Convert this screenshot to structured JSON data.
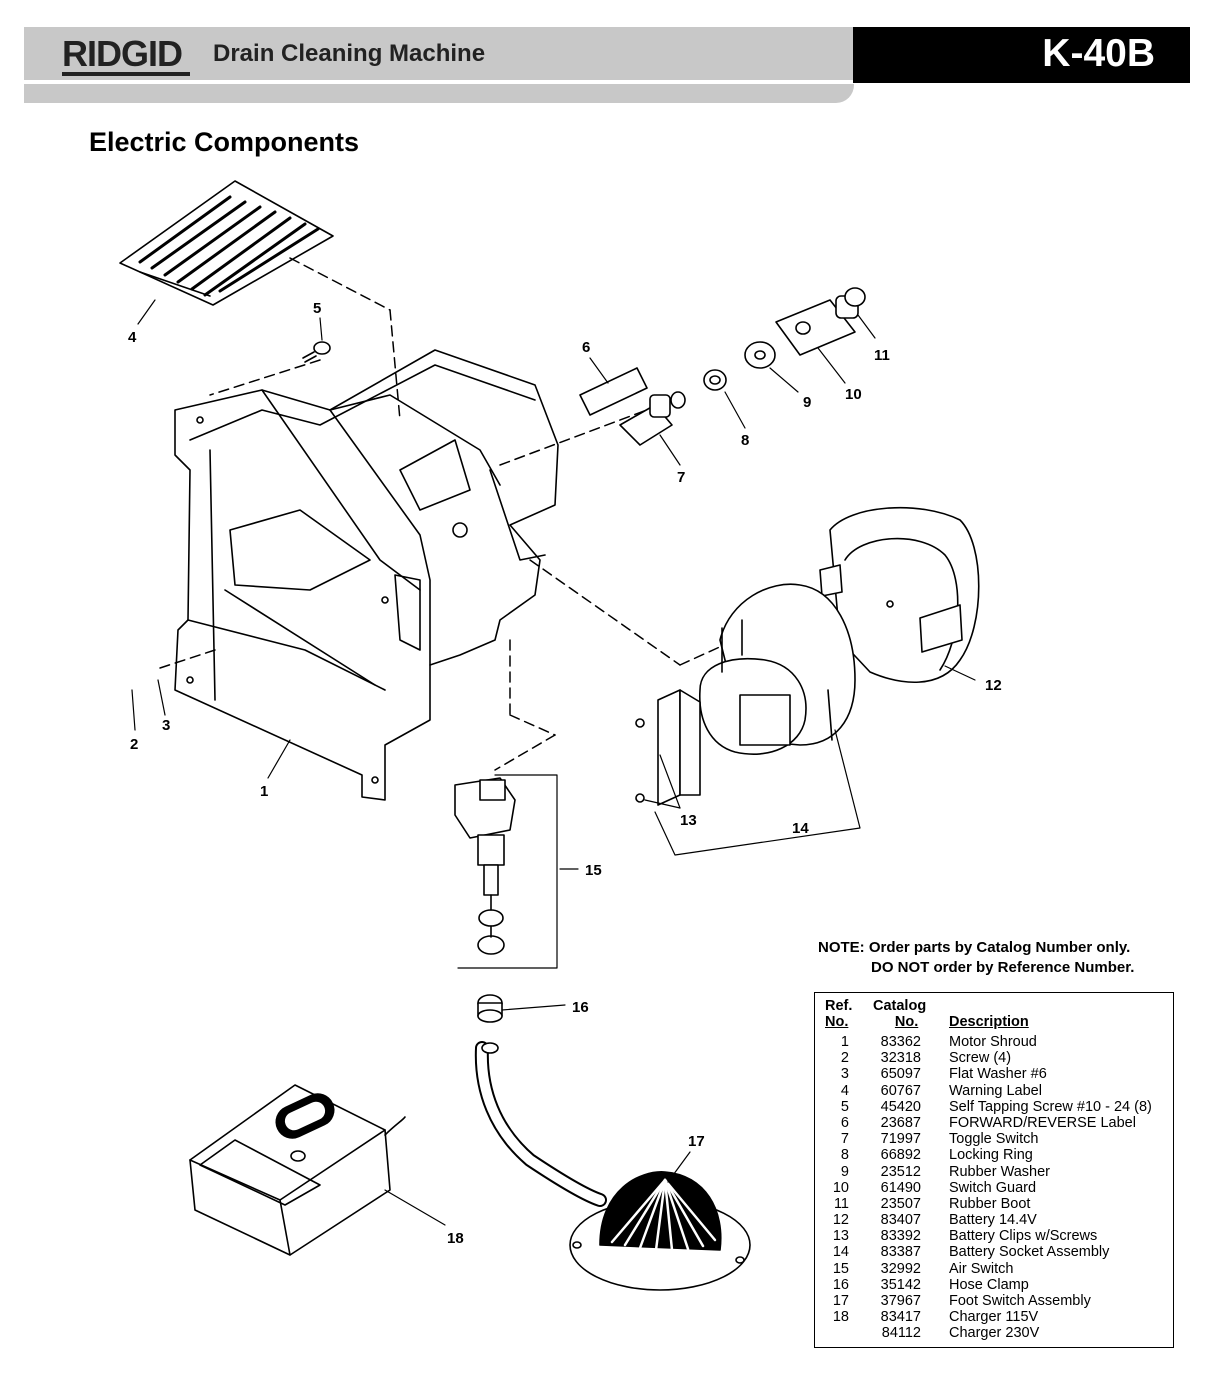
{
  "header": {
    "brand": "RIDGID",
    "machine_title": "Drain Cleaning Machine",
    "model": "K-40B"
  },
  "section_title": "Electric Components",
  "callouts": [
    "1",
    "2",
    "3",
    "4",
    "5",
    "6",
    "7",
    "8",
    "9",
    "10",
    "11",
    "12",
    "13",
    "14",
    "15",
    "16",
    "17",
    "18"
  ],
  "note": {
    "line1": "NOTE: Order parts by Catalog Number only.",
    "line2": "DO NOT order by Reference Number."
  },
  "parts_table": {
    "headers": {
      "ref_top": "Ref.",
      "ref_bottom": "No.",
      "cat_top": "Catalog",
      "cat_bottom": "No.",
      "desc": "Description"
    },
    "rows": [
      {
        "ref": "1",
        "catalog": "83362",
        "description": "Motor Shroud"
      },
      {
        "ref": "2",
        "catalog": "32318",
        "description": "Screw (4)"
      },
      {
        "ref": "3",
        "catalog": "65097",
        "description": "Flat Washer #6"
      },
      {
        "ref": "4",
        "catalog": "60767",
        "description": "Warning Label"
      },
      {
        "ref": "5",
        "catalog": "45420",
        "description": "Self Tapping Screw #10 - 24 (8)"
      },
      {
        "ref": "6",
        "catalog": "23687",
        "description": "FORWARD/REVERSE Label"
      },
      {
        "ref": "7",
        "catalog": "71997",
        "description": "Toggle Switch"
      },
      {
        "ref": "8",
        "catalog": "66892",
        "description": "Locking Ring"
      },
      {
        "ref": "9",
        "catalog": "23512",
        "description": "Rubber Washer"
      },
      {
        "ref": "10",
        "catalog": "61490",
        "description": "Switch Guard"
      },
      {
        "ref": "11",
        "catalog": "23507",
        "description": "Rubber Boot"
      },
      {
        "ref": "12",
        "catalog": "83407",
        "description": "Battery 14.4V"
      },
      {
        "ref": "13",
        "catalog": "83392",
        "description": "Battery Clips w/Screws"
      },
      {
        "ref": "14",
        "catalog": "83387",
        "description": "Battery Socket Assembly"
      },
      {
        "ref": "15",
        "catalog": "32992",
        "description": "Air Switch"
      },
      {
        "ref": "16",
        "catalog": "35142",
        "description": "Hose Clamp"
      },
      {
        "ref": "17",
        "catalog": "37967",
        "description": "Foot Switch Assembly"
      },
      {
        "ref": "18",
        "catalog": "83417",
        "description": "Charger 115V"
      },
      {
        "ref": "",
        "catalog": "84112",
        "description": "Charger 230V"
      }
    ]
  }
}
